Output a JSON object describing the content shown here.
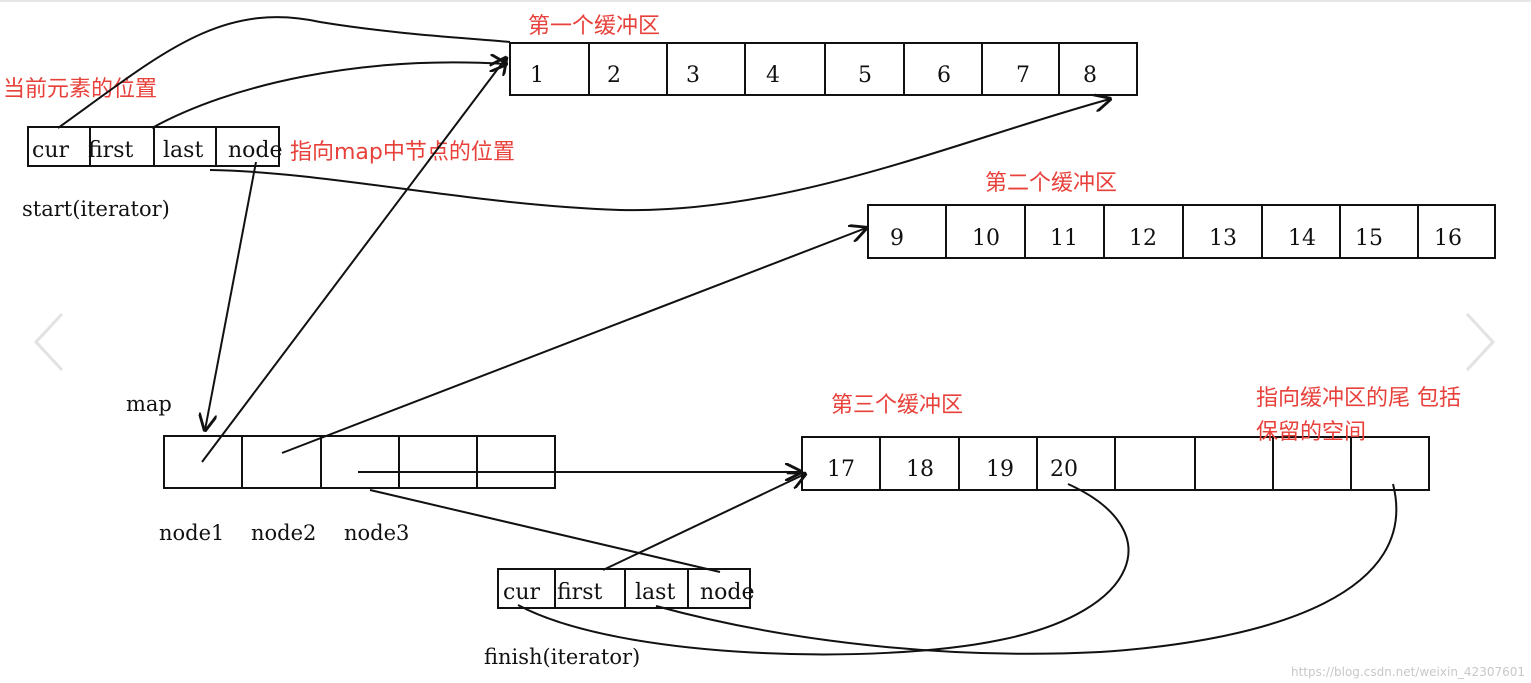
{
  "titles": {
    "buffer1": "第一个缓冲区",
    "buffer2": "第二个缓冲区",
    "buffer3": "第三个缓冲区",
    "cur_pos": "当前元素的位置",
    "map_node_pos": "指向map中节点的位置",
    "buffer_tail_1": "指向缓冲区的尾 包括",
    "buffer_tail_2": "保留的空间"
  },
  "buffer1_cells": [
    "1",
    "2",
    "3",
    "4",
    "5",
    "6",
    "7",
    "8"
  ],
  "buffer2_cells": [
    "9",
    "10",
    "11",
    "12",
    "13",
    "14",
    "15",
    "16"
  ],
  "buffer3_cells": [
    "17",
    "18",
    "19",
    "20",
    "",
    "",
    "",
    ""
  ],
  "start_iter": {
    "fields": [
      "cur",
      "first",
      "last",
      "node"
    ],
    "label": "start(iterator)"
  },
  "finish_iter": {
    "fields": [
      "cur",
      "first",
      "last",
      "node"
    ],
    "label": "finish(iterator)"
  },
  "map": {
    "label": "map",
    "node_labels": [
      "node1",
      "node2",
      "node3"
    ]
  },
  "watermark": "https://blog.csdn.net/weixin_42307601",
  "colors": {
    "annotation": "#e8413b",
    "lines": "#111111",
    "background": "#ffffff"
  },
  "icons": [
    "chevron-left-icon",
    "chevron-right-icon"
  ]
}
